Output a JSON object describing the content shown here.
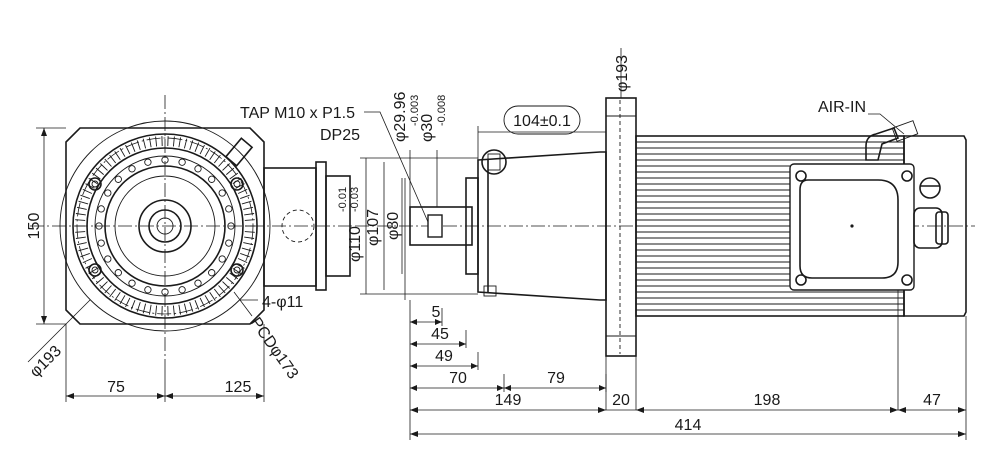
{
  "labels": {
    "tap": "TAP M10 x P1.5",
    "dp": "DP25",
    "air": "AIR-IN",
    "d193_front": "φ193",
    "h150": "150",
    "pcd": "PCDφ173",
    "holes": "4-φ11",
    "d193_side": "φ193",
    "d2996": "φ29.96",
    "d2996_tol": "-0.003",
    "d30": "φ30",
    "d30_tol": "-0.008",
    "d110": "φ110",
    "d110_tol_up": "-0.01",
    "d110_tol_dn": "-0.03",
    "d107": "φ107",
    "d80": "φ80",
    "len104": "104±0.1"
  },
  "dims": {
    "bottom_left": [
      "75",
      "125"
    ],
    "side_stack": [
      "5",
      "45",
      "49",
      "70",
      "79"
    ],
    "main_row": [
      "149",
      "20",
      "198",
      "47"
    ],
    "total": "414"
  }
}
